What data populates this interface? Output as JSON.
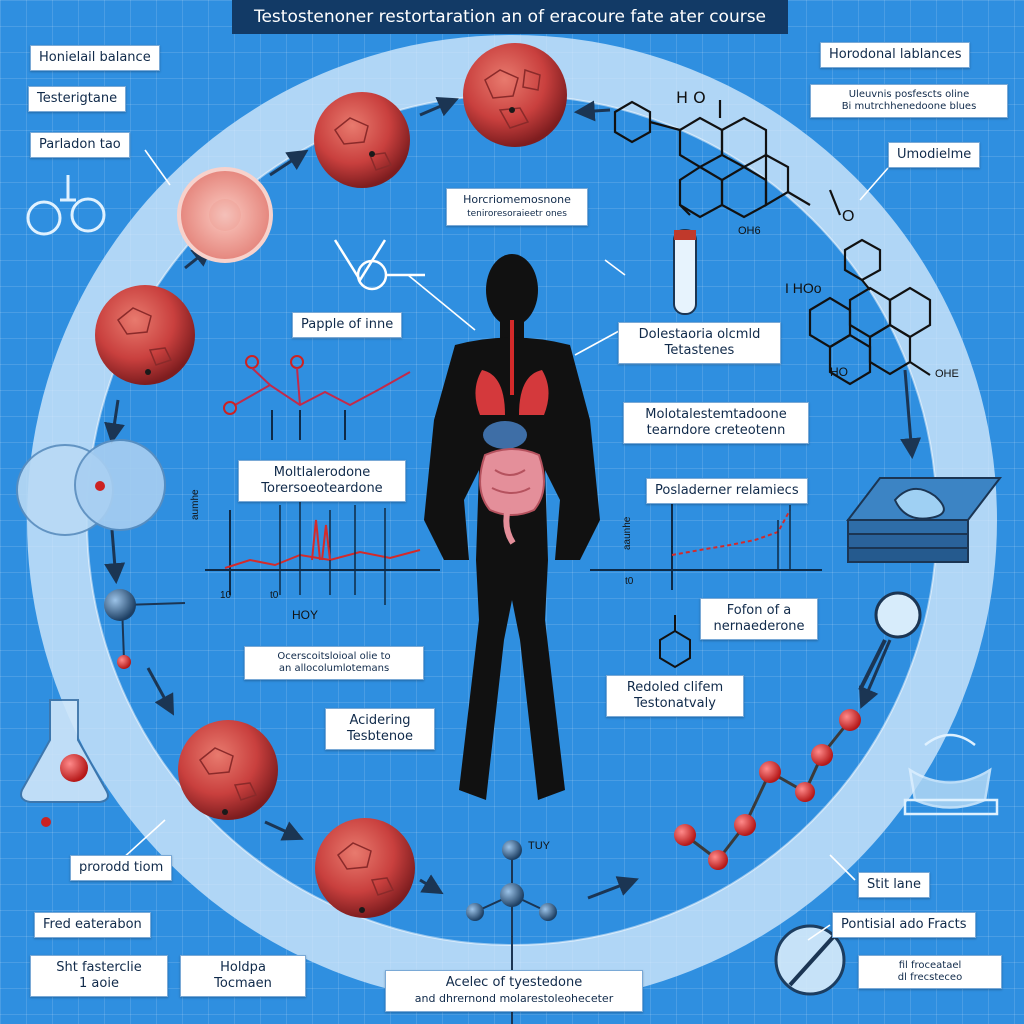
{
  "title": "Testostenoner restortaration an of eracoure fate ater course",
  "labels": {
    "tl_1": "Honielail balance",
    "tl_2": "Testerigtane",
    "tl_3": "Parladon tao",
    "tr_1": "Horodonal lablances",
    "tr_2a": "Uleuvnis posfescts oline",
    "tr_2b": "Bi mutrchhenedoone blues",
    "tr_3": "Umodielme",
    "center_top": "Horcriomemosnone",
    "center_top_sub": "teniroresoraieetr ones",
    "papple": "Papple of inne",
    "dolest_a": "Dolestaoria olcmld",
    "dolest_b": "Tetastenes",
    "molo_r_a": "Molotalestemtadoone",
    "molo_r_b": "tearndore creteotenn",
    "molo_l_a": "Moltlalerodone",
    "molo_l_b": "Torersoeoteardone",
    "posla": "Posladerner relamiecs",
    "fofon_a": "Fofon of a",
    "fofon_b": "nernaederone",
    "oc_a": "Ocerscoitsloioal olie to",
    "oc_b": "an allocolumlotemans",
    "acidering_a": "Acidering",
    "acidering_b": "Tesbtenoe",
    "redoled_a": "Redoled clifem",
    "redoled_b": "Testonatvaly",
    "prorodd": "prorodd tiom",
    "fred": "Fred eaterabon",
    "sh_a": "Sht fasterclie",
    "sh_b": "1 aoie",
    "holdpa_a": "Holdpa",
    "holdpa_b": "Tocmaen",
    "bottom_a": "Acelec of tyestedone",
    "bottom_b": "and dhrernond molarestoleoheceter",
    "stit": "Stit lane",
    "side_a": "Pontisial ado Fracts",
    "side_b": "fil froceatael",
    "side_c": "dl frecsteceo",
    "fragments": {
      "ho_top": "H O",
      "oh_mid": "OH6",
      "o_right": "O",
      "ho_left": "I HOo",
      "ho_low": "HO",
      "ohe_right": "OHE",
      "tuy": "TUY",
      "tick_l1": "10",
      "tick_l2": "t0",
      "tick_r1": "t0",
      "hoy": "HOY",
      "axis_l": "aumhe",
      "axis_r": "aaunhe"
    }
  },
  "colors": {
    "background": "#2f8fe0",
    "ring": "#dceefe",
    "cell": "#c9403e",
    "molecule_red": "#d4262a",
    "figure": "#111111",
    "title_bg": "#123a66"
  }
}
